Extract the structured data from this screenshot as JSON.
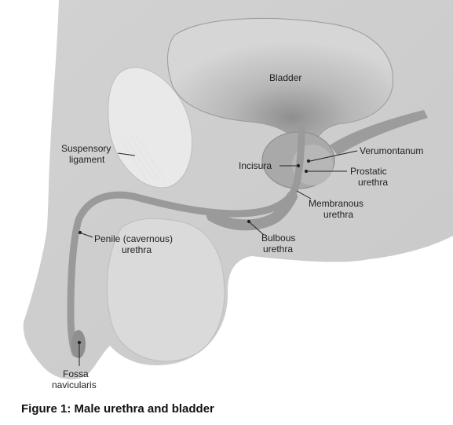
{
  "figure": {
    "labels": {
      "bladder": "Bladder",
      "suspensory_1": "Suspensory",
      "suspensory_2": "ligament",
      "incisura": "Incisura",
      "verumontanum": "Verumontanum",
      "prostatic_1": "Prostatic",
      "prostatic_2": "urethra",
      "membranous_1": "Membranous",
      "membranous_2": "urethra",
      "penile_1": "Penile (cavernous)",
      "penile_2": "urethra",
      "bulbous_1": "Bulbous",
      "bulbous_2": "urethra",
      "fossa_1": "Fossa",
      "fossa_2": "navicularis"
    }
  },
  "caption": "Figure 1: Male urethra and bladder"
}
